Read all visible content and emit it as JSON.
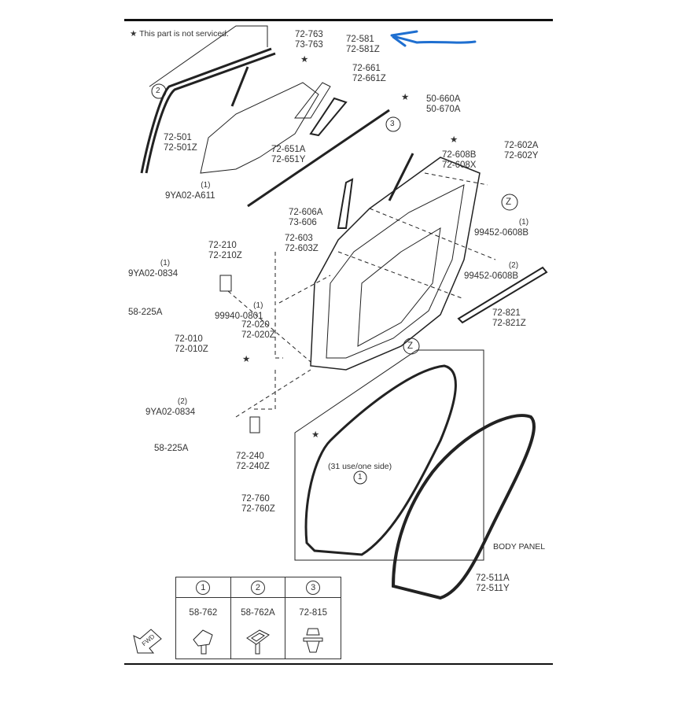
{
  "note": "This part is not serviced.",
  "labels": {
    "molding_clip": [
      "72-763",
      "73-763"
    ],
    "molding": [
      "72-581",
      "72-581Z"
    ],
    "quarter_glass": [
      "72-661",
      "72-661Z"
    ],
    "weatherstrip_clip": [
      "50-660A",
      "50-670A"
    ],
    "door_glass": [
      "72-501",
      "72-501Z"
    ],
    "quarter_frame": [
      "72-651A",
      "72-651Y"
    ],
    "sash_garnish": [
      "72-602A",
      "72-602Y"
    ],
    "sash_clip": [
      "72-608B",
      "72-608X"
    ],
    "glass_bolt": {
      "qty": "(1)",
      "part": "9YA02-A611"
    },
    "channel": [
      "72-606A",
      "73-606"
    ],
    "channel_b": [
      "72-603",
      "72-603Z"
    ],
    "bolt_upper": {
      "qty": "(1)",
      "part": "99452-0608B"
    },
    "upper_hinge": [
      "72-210",
      "72-210Z"
    ],
    "hinge_bolt_upper": {
      "qty": "(1)",
      "part": "9YA02-0834"
    },
    "bolt_lower": {
      "qty": "(2)",
      "part": "99452-0608B"
    },
    "hinge_screw_upper": "58-225A",
    "nut": {
      "qty": "(1)",
      "part": "99940-0801"
    },
    "door_panel": [
      "72-020",
      "72-020Z"
    ],
    "door_assembly": [
      "72-010",
      "72-010Z"
    ],
    "belt_molding": [
      "72-821",
      "72-821Z"
    ],
    "hinge_bolt_lower": {
      "qty": "(2)",
      "part": "9YA02-0834"
    },
    "hinge_screw_lower": "58-225A",
    "lower_hinge": [
      "72-240",
      "72-240Z"
    ],
    "use_note": "(31 use/one side)",
    "door_weatherstrip": [
      "72-760",
      "72-760Z"
    ],
    "body_panel": "BODY PANEL",
    "body_weatherstrip": [
      "72-511A",
      "72-511Y"
    ],
    "view_z": "Z",
    "fwd": "FWD"
  },
  "callouts": [
    "1",
    "2",
    "3"
  ],
  "table": [
    {
      "num": "1",
      "part": "58-762"
    },
    {
      "num": "2",
      "part": "58-762A"
    },
    {
      "num": "3",
      "part": "72-815"
    }
  ],
  "colors": {
    "annotation": "#1f6fd0"
  }
}
